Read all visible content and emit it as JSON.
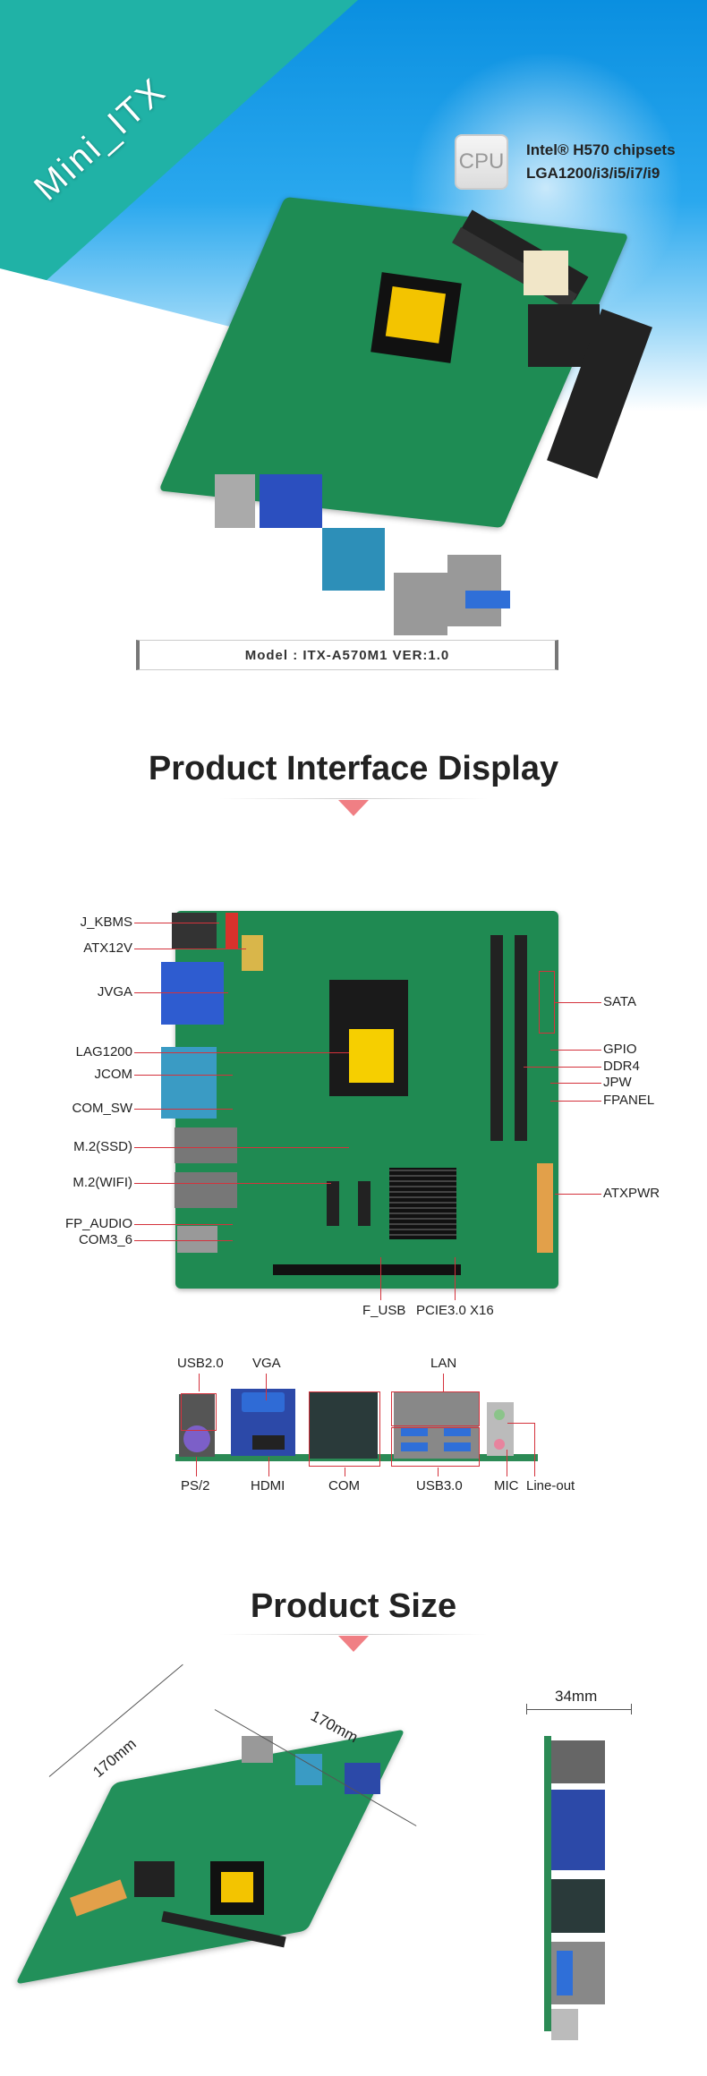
{
  "banner": {
    "category": "Mini_ITX",
    "cpu_icon_label": "CPU",
    "chipset": "Intel® H570 chipsets",
    "socket": "LGA1200/i3/i5/i7/i9"
  },
  "model": {
    "text": "Model : ITX-A570M1 VER:1.0"
  },
  "interface_section": {
    "title": "Product Interface Display",
    "left_labels": [
      "J_KBMS",
      "ATX12V",
      "JVGA",
      "LAG1200",
      "JCOM",
      "COM_SW",
      "M.2(SSD)",
      "M.2(WIFI)",
      "FP_AUDIO",
      "COM3_6"
    ],
    "right_labels": [
      "SATA",
      "GPIO",
      "DDR4",
      "JPW",
      "FPANEL",
      "ATXPWR"
    ],
    "bottom_labels": [
      "F_USB",
      "PCIE3.0 X16"
    ],
    "rear_top_labels": [
      "USB2.0",
      "VGA",
      "LAN"
    ],
    "rear_bottom_labels": [
      "PS/2",
      "HDMI",
      "COM",
      "USB3.0",
      "MIC",
      "Line-out"
    ]
  },
  "size_section": {
    "title": "Product Size",
    "length": "170mm",
    "width": "170mm",
    "height": "34mm"
  },
  "colors": {
    "teal": "#20b2a6",
    "accent_red": "#d4323c",
    "arrow_pink": "#f07f84",
    "pcb_green": "#1f8a52"
  }
}
